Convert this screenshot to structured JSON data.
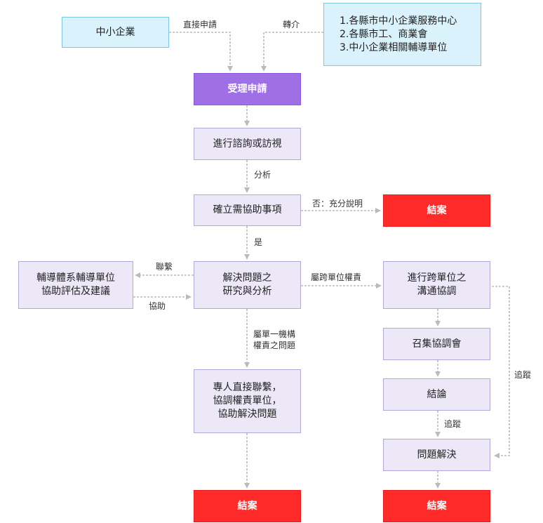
{
  "nodes": {
    "sme": "中小企業",
    "referral_units": [
      "1.各縣市中小企業服務中心",
      "2.各縣市工、商業會",
      "3.中小企業相關輔導單位"
    ],
    "accept": "受理申請",
    "consult": "進行諮詢或訪視",
    "confirm": "確立需協助事項",
    "end_top": "結案",
    "advisory": [
      "輔導體系輔導單位",
      "協助評估及建議"
    ],
    "study": [
      "解決問題之",
      "研究與分析"
    ],
    "cross": [
      "進行跨單位之",
      "溝通協調"
    ],
    "meeting": "召集協調會",
    "conclusion": "結論",
    "solved": "問題解決",
    "dedicated": [
      "專人直接聯繫，",
      "協調權責單位，",
      "協助解決問題"
    ],
    "end_left": "結案",
    "end_right": "結案"
  },
  "edge_labels": {
    "direct": "直接申請",
    "referral": "轉介",
    "analysis": "分析",
    "no": "否：充分說明",
    "yes": "是",
    "contact": "聯繫",
    "assist": "協助",
    "cross_authority": "屬跨單位權責",
    "single_authority": [
      "屬單一機構",
      "權責之問題"
    ],
    "track_right": "追蹤",
    "track_mid": "追蹤"
  },
  "colors": {
    "arrow": "#bbbbbb",
    "light_blue": "#d9f2fb",
    "lavender": "#ece8f8",
    "purple": "#9f6fe6",
    "red": "#ff2a2a"
  }
}
